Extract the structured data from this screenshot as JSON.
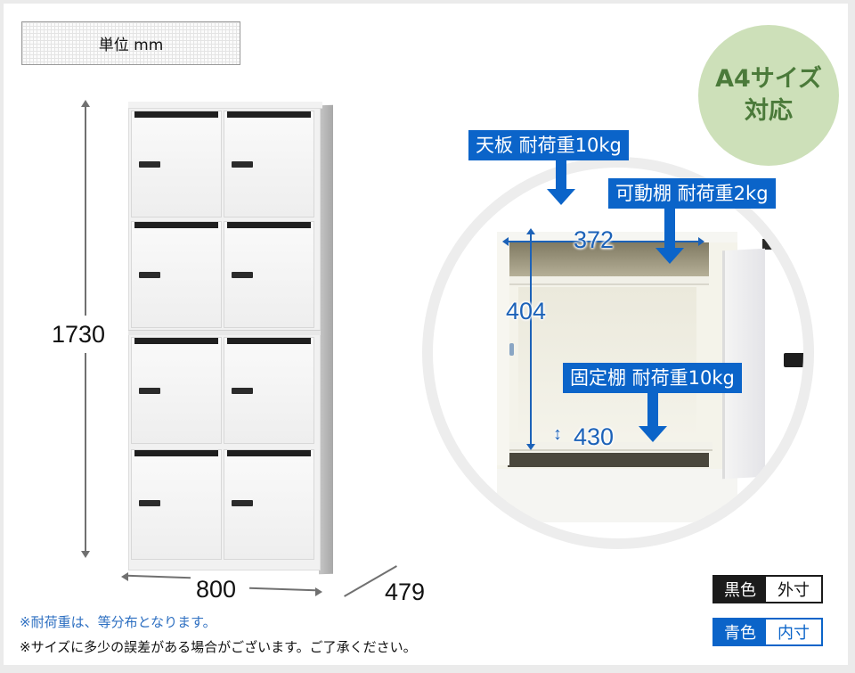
{
  "unit_box": {
    "label": "単位 mm"
  },
  "badge": {
    "line1": "A4サイズ",
    "line2": "対応",
    "bg_color": "#cde0b9",
    "text_color": "#4b7a3a"
  },
  "outer_dimensions": {
    "height": "1730",
    "width": "800",
    "depth": "479"
  },
  "load_labels": {
    "top_board": "天板 耐荷重10kg",
    "movable_shelf": "可動棚 耐荷重2kg",
    "fixed_shelf": "固定棚 耐荷重10kg"
  },
  "inner_dimensions": {
    "width": "372",
    "height": "404",
    "pitch_icon": "↕",
    "pitch": "430"
  },
  "notes": [
    "※耐荷重は、等分布となります。",
    "※サイズに多少の誤差がある場合がございます。ご了承ください。"
  ],
  "legend": [
    {
      "key": "黒色",
      "value": "外寸",
      "color": "#1b1b1b"
    },
    {
      "key": "青色",
      "value": "内寸",
      "color": "#0b64c9"
    }
  ]
}
